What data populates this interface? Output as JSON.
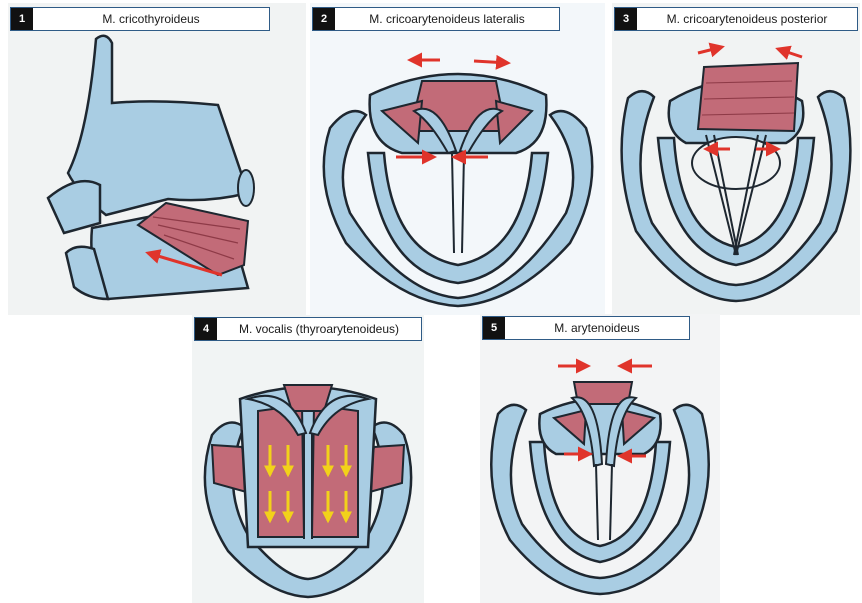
{
  "panels": [
    {
      "num": "1",
      "title": "M. cricothyroideus"
    },
    {
      "num": "2",
      "title": "M. cricoarytenoideus lateralis"
    },
    {
      "num": "3",
      "title": "M. cricoarytenoideus posterior"
    },
    {
      "num": "4",
      "title": "M. vocalis (thyroarytenoideus)"
    },
    {
      "num": "5",
      "title": "M. arytenoideus"
    }
  ],
  "colors": {
    "cartilage": "#a9cde3",
    "muscle": "#c26b78",
    "arrow_red": "#e0342b",
    "arrow_yellow": "#f2d21a",
    "outline": "#1e2730",
    "paper": "#f2f5f6"
  }
}
